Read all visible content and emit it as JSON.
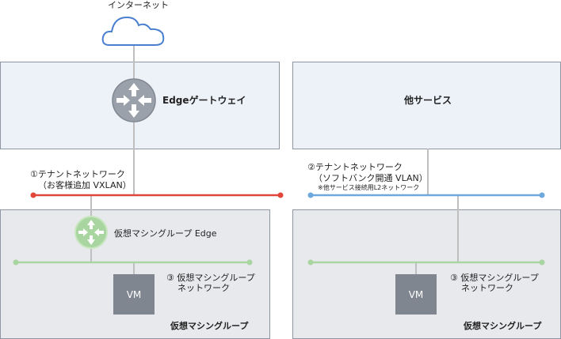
{
  "internet": {
    "label": "インターネット"
  },
  "edge_gateway": {
    "label": "Edgeゲートウェイ"
  },
  "other_services": {
    "label": "他サービス"
  },
  "network1": {
    "line1": "①テナントネットワーク",
    "line2": "（お客様追加 VXLAN）"
  },
  "network2": {
    "line1": "②テナントネットワーク",
    "line2": "（ソフトバンク開通 VLAN）",
    "note": "※他サービス接続用L2ネットワーク"
  },
  "left_group": {
    "edge_label": "仮想マシングループ Edge",
    "net_line1": "③ 仮想マシングループ",
    "net_line2": "ネットワーク",
    "vm": "VM",
    "group_label": "仮想マシングループ"
  },
  "right_group": {
    "net_line1": "③ 仮想マシングループ",
    "net_line2": "ネットワーク",
    "vm": "VM",
    "group_label": "仮想マシングループ"
  },
  "colors": {
    "red": "#e0473a",
    "blue": "#6fa8dc",
    "green": "#a8d5a0",
    "gray_router": "#9aa1aa",
    "cloud": "#4a7fd0"
  }
}
